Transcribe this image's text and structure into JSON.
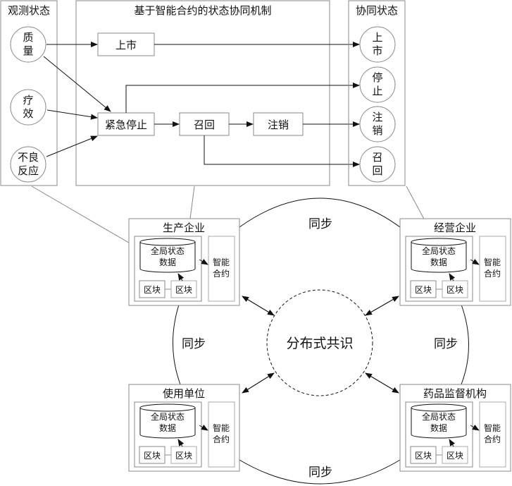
{
  "observed": {
    "title": "观测状态",
    "items": [
      {
        "line1": "质",
        "line2": "量"
      },
      {
        "line1": "疗",
        "line2": "效"
      },
      {
        "line1": "不良",
        "line2": "反应"
      }
    ]
  },
  "mechanism": {
    "title": "基于智能合约的状态协同机制",
    "nodes": {
      "listing": "上市",
      "emergency_stop": "紧急停止",
      "recall": "召回",
      "cancel": "注销"
    }
  },
  "coordinated": {
    "title": "协同状态",
    "items": [
      {
        "line1": "上",
        "line2": "市"
      },
      {
        "line1": "停",
        "line2": "止"
      },
      {
        "line1": "注",
        "line2": "销"
      },
      {
        "line1": "召",
        "line2": "回"
      }
    ]
  },
  "consensus": {
    "label": "分布式共识"
  },
  "sync_label": "同步",
  "node_parts": {
    "db_line1": "全局状态",
    "db_line2": "数据",
    "block": "区块",
    "contract_line1": "智能",
    "contract_line2": "合约"
  },
  "orgs": [
    {
      "name": "生产企业"
    },
    {
      "name": "经营企业"
    },
    {
      "name": "使用单位"
    },
    {
      "name": "药品监督机构"
    }
  ]
}
